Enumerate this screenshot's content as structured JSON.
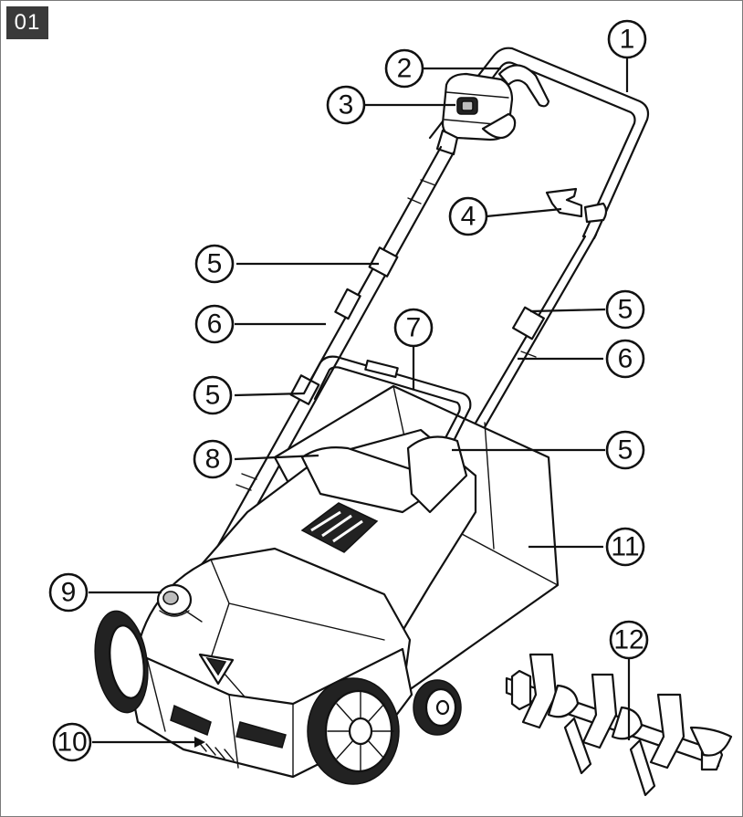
{
  "figure": {
    "number": "01"
  },
  "callouts": [
    {
      "id": "c1",
      "label": "1"
    },
    {
      "id": "c2",
      "label": "2"
    },
    {
      "id": "c3",
      "label": "3"
    },
    {
      "id": "c4",
      "label": "4"
    },
    {
      "id": "c5a",
      "label": "5"
    },
    {
      "id": "c5b",
      "label": "5"
    },
    {
      "id": "c6a",
      "label": "6"
    },
    {
      "id": "c6b",
      "label": "6"
    },
    {
      "id": "c5c",
      "label": "5"
    },
    {
      "id": "c7",
      "label": "7"
    },
    {
      "id": "c5d",
      "label": "5"
    },
    {
      "id": "c8",
      "label": "8"
    },
    {
      "id": "c11",
      "label": "11"
    },
    {
      "id": "c9",
      "label": "9"
    },
    {
      "id": "c12",
      "label": "12"
    },
    {
      "id": "c10",
      "label": "10"
    }
  ],
  "colors": {
    "line": "#111111",
    "badge": "#3a3a3a",
    "background": "#ffffff"
  }
}
